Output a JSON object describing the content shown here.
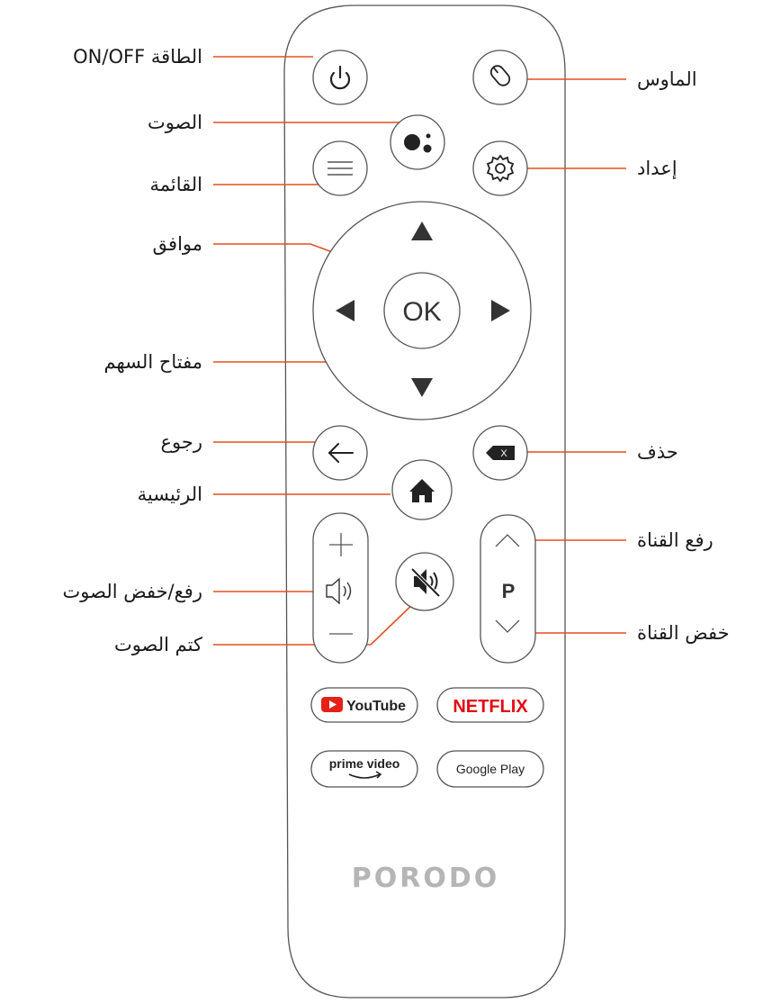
{
  "labels": {
    "power": "ON/OFF الطاقة",
    "voice": "الصوت",
    "menu": "القائمة",
    "ok": "موافق",
    "dpad": "مفتاح السهم",
    "back": "رجوع",
    "home": "الرئيسية",
    "volume": "رفع/خفض الصوت",
    "mute": "كتم الصوت",
    "mouse": "الماوس",
    "settings": "إعداد",
    "delete": "حذف",
    "channel_up": "رفع القناة",
    "channel_down": "خفض القناة"
  },
  "remote": {
    "ok_text": "OK",
    "delete_key_text": "X",
    "channel_text": "P",
    "youtube_text": "YouTube",
    "netflix_text": "NETFLIX",
    "prime_text": "prime video",
    "googleplay_text": "Google Play",
    "brand": "PORODO"
  },
  "colors": {
    "leader": "#e0521f",
    "youtube_red": "#e62117",
    "netflix_red": "#e50914",
    "brand_gray": "#b5b5b5"
  }
}
